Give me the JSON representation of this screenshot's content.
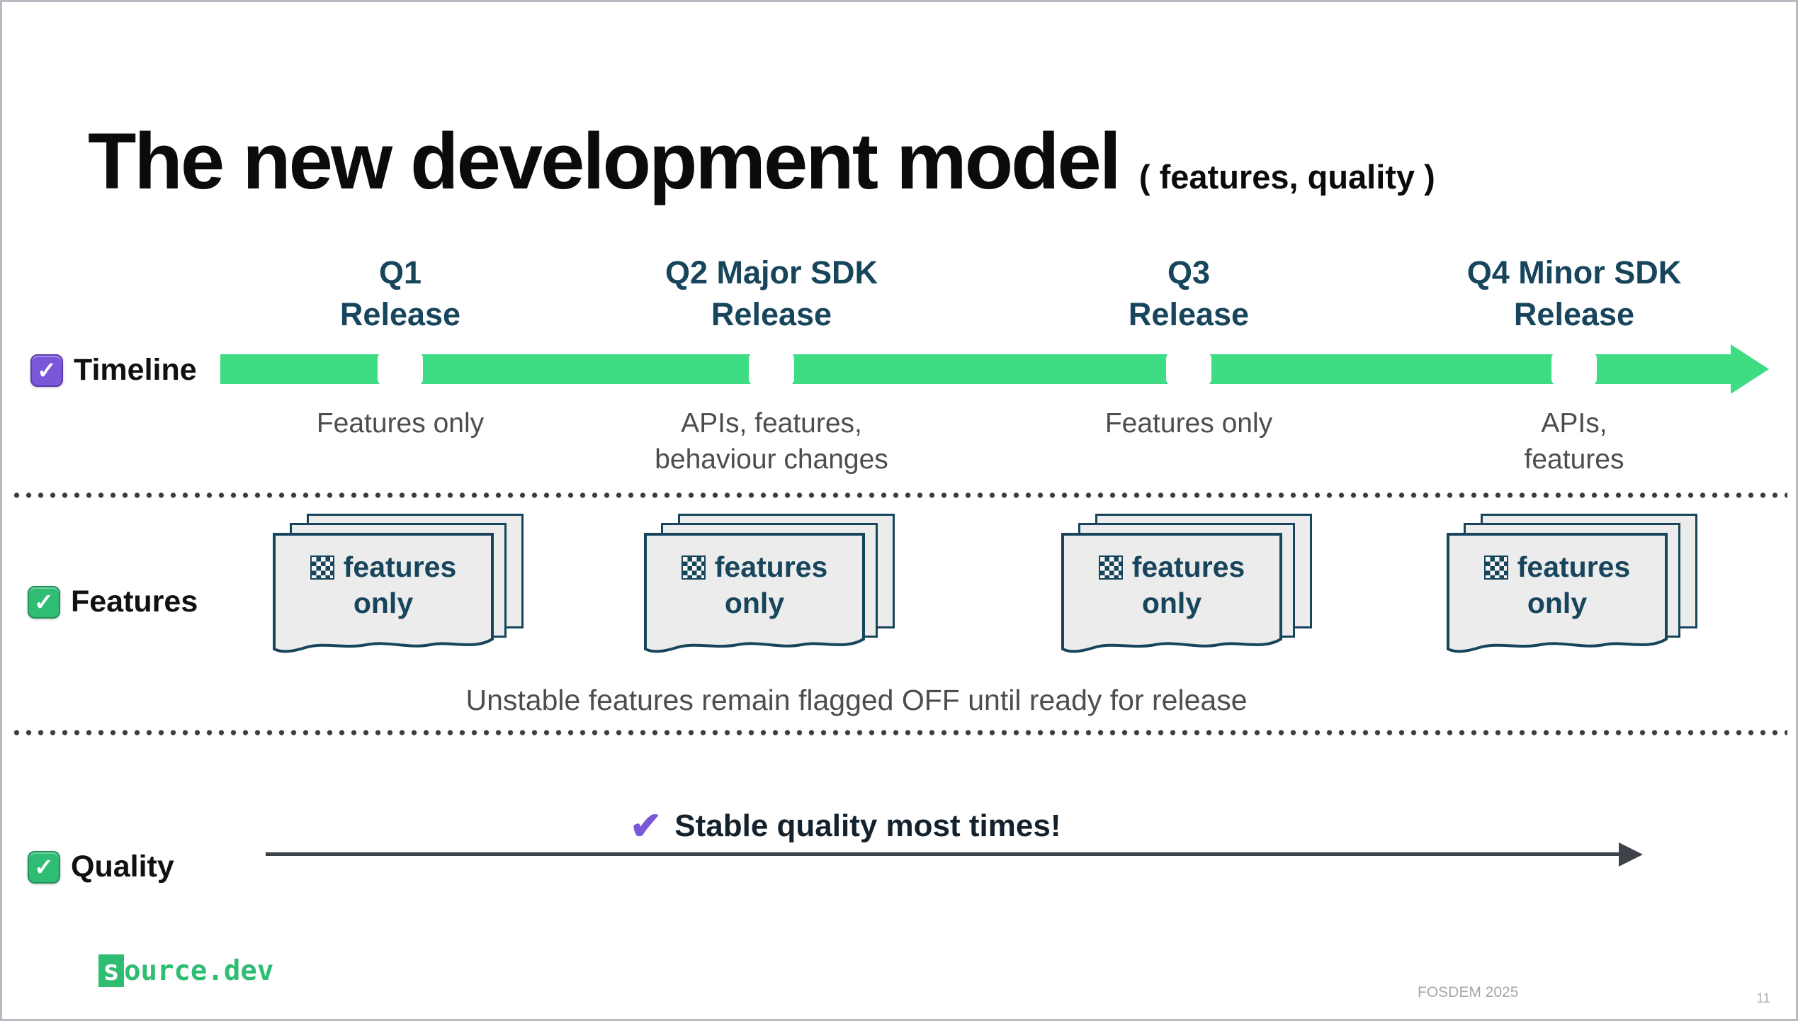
{
  "slide": {
    "title": "The new development model",
    "subtitle": "( features, quality )"
  },
  "rows": {
    "timeline": {
      "label": "Timeline"
    },
    "features": {
      "label": "Features",
      "note": "Unstable features remain flagged OFF until ready for release"
    },
    "quality": {
      "label": "Quality",
      "callout": "Stable quality most times!"
    }
  },
  "columns": [
    {
      "header_line1": "Q1",
      "header_line2": "Release",
      "note_line1": "Features only",
      "note_line2": "",
      "card_line1": "features",
      "card_line2": "only"
    },
    {
      "header_line1": "Q2 Major SDK",
      "header_line2": "Release",
      "note_line1": "APIs, features,",
      "note_line2": "behaviour changes",
      "card_line1": "features",
      "card_line2": "only"
    },
    {
      "header_line1": "Q3",
      "header_line2": "Release",
      "note_line1": "Features only",
      "note_line2": "",
      "card_line1": "features",
      "card_line2": "only"
    },
    {
      "header_line1": "Q4 Minor SDK",
      "header_line2": "Release",
      "note_line1": "APIs,",
      "note_line2": "features",
      "card_line1": "features",
      "card_line2": "only"
    }
  ],
  "icons": {
    "checkbox_check": "✓",
    "quality_check": "✔"
  },
  "footer": {
    "logo_first_letter": "s",
    "logo_rest": "ource.dev",
    "event": "FOSDEM 2025",
    "page_number": "11"
  },
  "colors": {
    "timeline_green": "#3edc83",
    "checkbox_green": "#2fbd74",
    "checkbox_purple": "#7a57d9",
    "heading_teal": "#17455c",
    "note_gray": "#4d4d4d",
    "arrow_gray": "#3d4148",
    "divider_dot": "#3c3c3c",
    "logo_green": "#2fbd74"
  }
}
